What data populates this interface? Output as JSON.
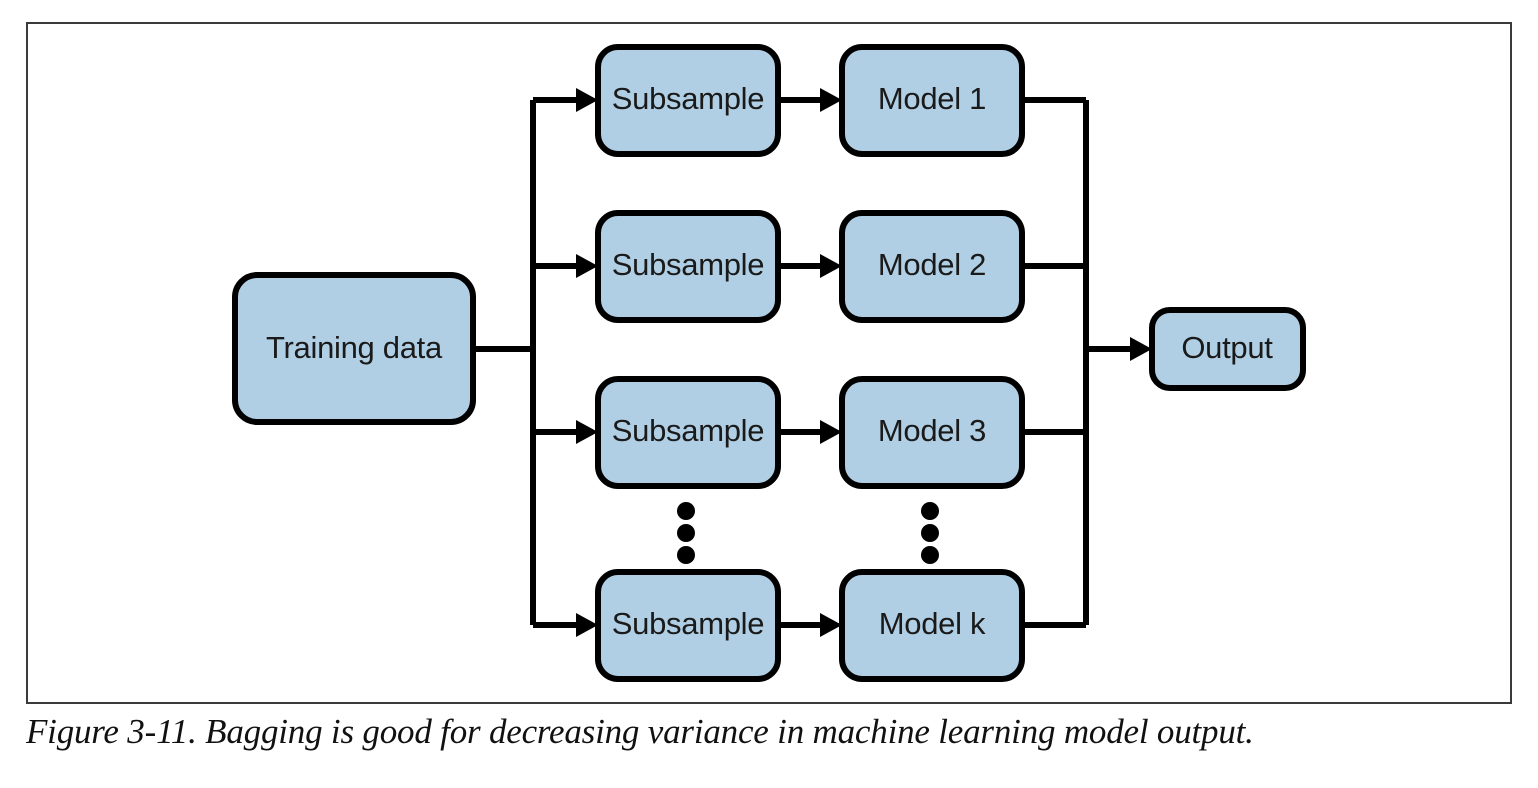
{
  "figure": {
    "caption": "Figure 3-11. Bagging is good for decreasing variance in machine learning model output.",
    "colors": {
      "node_fill": "#b0cfe4",
      "node_stroke": "#000000",
      "connector": "#000000",
      "frame_border": "#3a3a3a",
      "background": "#ffffff",
      "text": "#1a1a1a"
    }
  },
  "diagram": {
    "type": "flowchart",
    "title": "Bagging ensemble flow",
    "input_node": {
      "label": "Training data"
    },
    "output_node": {
      "label": "Output"
    },
    "branches": [
      {
        "subsample_label": "Subsample",
        "model_label": "Model 1"
      },
      {
        "subsample_label": "Subsample",
        "model_label": "Model 2"
      },
      {
        "subsample_label": "Subsample",
        "model_label": "Model 3"
      },
      {
        "subsample_label": "Subsample",
        "model_label": "Model k"
      }
    ],
    "ellipsis": {
      "subsample_column": "vertical-ellipsis",
      "model_column": "vertical-ellipsis",
      "dot_count": 3
    }
  }
}
